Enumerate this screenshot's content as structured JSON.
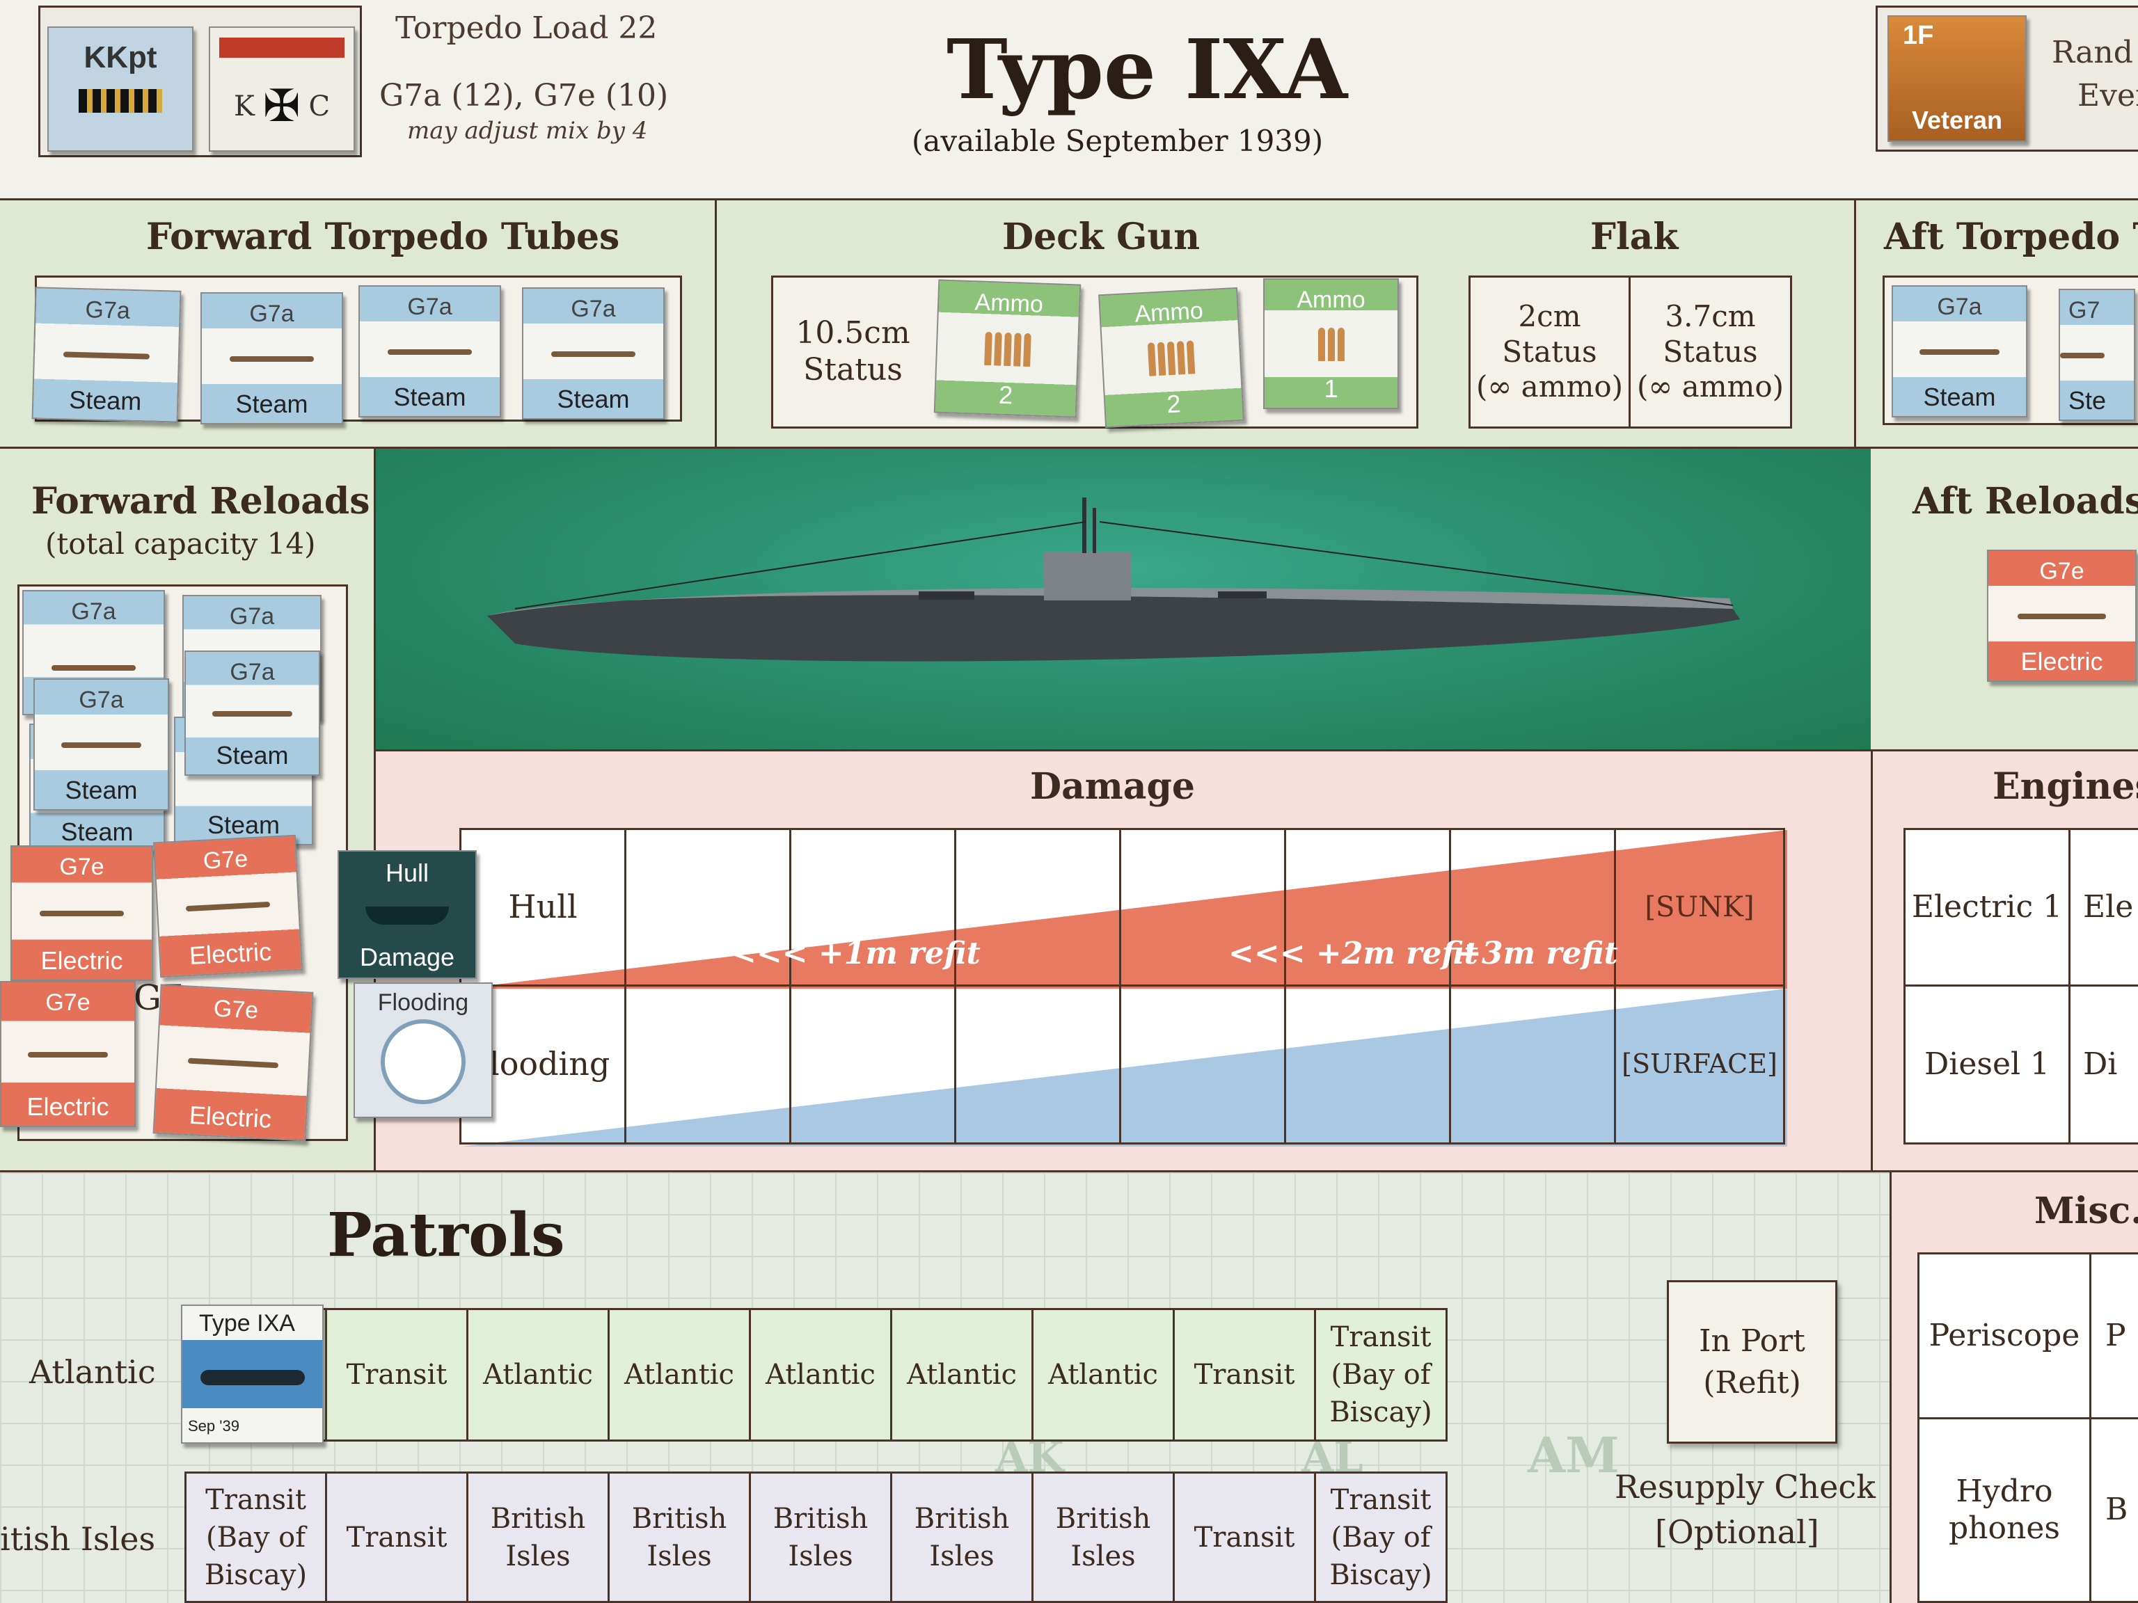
{
  "header": {
    "rank_counter": "KKpt",
    "cross_counter_left": "K",
    "cross_counter_right": "C",
    "torpedo_load": "Torpedo Load 22",
    "torpedo_mix": "G7a (12), G7e (10)",
    "mix_note": "may adjust mix by 4",
    "title": "Type IXA",
    "subtitle": "(available September 1939)",
    "veteran_counter_top": "1F",
    "veteran_counter_label": "Veteran",
    "random_events_line1": "Rand",
    "random_events_line2": "Even"
  },
  "forward_tubes": {
    "title": "Forward Torpedo Tubes",
    "tubes": [
      {
        "type": "G7a",
        "prop": "Steam"
      },
      {
        "type": "G7a",
        "prop": "Steam"
      },
      {
        "type": "G7a",
        "prop": "Steam"
      },
      {
        "type": "G7a",
        "prop": "Steam"
      }
    ]
  },
  "deck_gun": {
    "title": "Deck Gun",
    "gun_line1": "10.5cm",
    "gun_line2": "Status",
    "ammo": [
      {
        "label": "Ammo",
        "count": "2"
      },
      {
        "label": "Ammo",
        "count": "2"
      },
      {
        "label": "Ammo",
        "count": "1"
      }
    ]
  },
  "flak": {
    "title": "Flak",
    "guns": [
      {
        "line1": "2cm",
        "line2": "Status",
        "line3": "(∞ ammo)"
      },
      {
        "line1": "3.7cm",
        "line2": "Status",
        "line3": "(∞ ammo)"
      }
    ]
  },
  "aft_tubes": {
    "title": "Aft Torpedo T",
    "tubes": [
      {
        "type": "G7a",
        "prop": "Steam"
      },
      {
        "type": "G7",
        "prop": "Ste"
      }
    ]
  },
  "forward_reloads": {
    "title": "Forward Reloads",
    "subtitle": "(total capacity 14)",
    "counters": [
      {
        "type": "G7a",
        "prop": ""
      },
      {
        "type": "G7a",
        "prop": ""
      },
      {
        "type": "G7a",
        "prop": "Steam"
      },
      {
        "type": "G7a",
        "prop": "Steam"
      },
      {
        "type": "",
        "prop": "Steam"
      },
      {
        "type": "",
        "prop": "Steam"
      },
      {
        "type": "G7e",
        "prop": "Electric"
      },
      {
        "type": "G7e",
        "prop": "Electric"
      },
      {
        "type": "G7e",
        "prop": "Electric"
      },
      {
        "type": "G7e",
        "prop": "Electric"
      }
    ],
    "partial_text": "G7"
  },
  "aft_reloads": {
    "title": "Aft Reloads",
    "counter": {
      "type": "G7e",
      "prop": "Electric"
    }
  },
  "damage": {
    "title": "Damage",
    "hull_label": "Hull",
    "flooding_label": "looding",
    "hull_marker_line1": "Hull",
    "hull_marker_line2": "Damage",
    "flooding_marker": "Flooding",
    "refit_1": "<<< +1m refit",
    "refit_2": "<<< +2m refit",
    "refit_3": "+3m refit",
    "sunk": "[SUNK]",
    "surface": "[SURFACE]"
  },
  "engines": {
    "title": "Engines",
    "electric_1": "Electric 1",
    "electric_2": "Ele",
    "diesel_1": "Diesel 1",
    "diesel_2": "Di"
  },
  "misc": {
    "title": "Misc.",
    "periscope": "Periscope",
    "hydrophones_line1": "Hydro",
    "hydrophones_line2": "phones",
    "partial_right_1": "P",
    "partial_right_2": "B"
  },
  "patrols": {
    "title": "Patrols",
    "atlantic_label": "Atlantic",
    "british_label": "itish Isles",
    "marker_top": "Type IXA",
    "marker_bottom": "Sep '39",
    "atlantic_row": [
      "Transit",
      "Atlantic",
      "Atlantic",
      "Atlantic",
      "Atlantic",
      "Atlantic",
      "Transit",
      "Transit (Bay of Biscay)"
    ],
    "british_row": [
      "Transit (Bay of Biscay)",
      "Transit",
      "British Isles",
      "British Isles",
      "British Isles",
      "British Isles",
      "British Isles",
      "Transit",
      "Transit (Bay of Biscay)"
    ],
    "in_port": "In Port (Refit)",
    "resupply_line1": "Resupply Check",
    "resupply_line2": "[Optional]",
    "map_labels": [
      "AM",
      "AK",
      "AL"
    ]
  }
}
